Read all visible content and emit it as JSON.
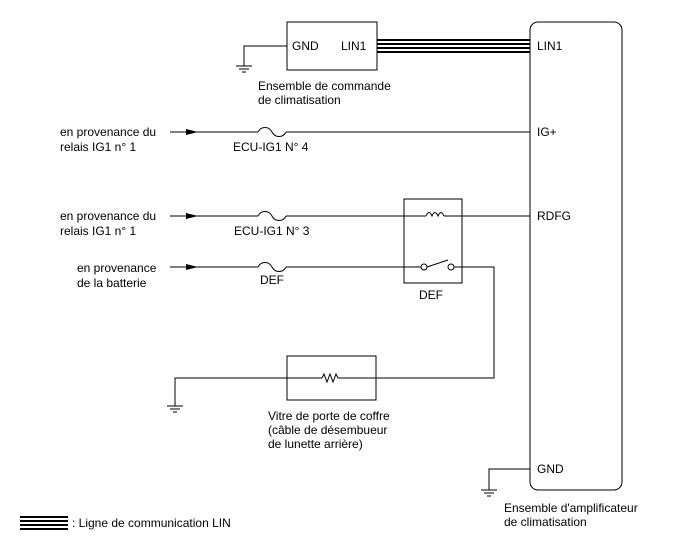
{
  "ac_control": {
    "gnd_pin": "GND",
    "lin_pin": "LIN1",
    "name_line1": "Ensemble de commande",
    "name_line2": "de climatisation"
  },
  "amplifier": {
    "pins": {
      "lin1": "LIN1",
      "ig": "IG+",
      "rdfg": "RDFG",
      "gnd": "GND"
    },
    "name_line1": "Ensemble d'amplificateur",
    "name_line2": "de climatisation"
  },
  "inputs": [
    {
      "line1": "en provenance du",
      "line2": "relais IG1 n° 1",
      "fuse": "ECU-IG1 N° 4"
    },
    {
      "line1": "en provenance du",
      "line2": "relais IG1 n° 1",
      "fuse": "ECU-IG1 N° 3"
    },
    {
      "line1": "en provenance",
      "line2": "de la batterie",
      "fuse": "DEF"
    }
  ],
  "relay": {
    "label": "DEF"
  },
  "defogger": {
    "line1": "Vitre de porte de coffre",
    "line2": "(câble de désembueur",
    "line3": "de lunette arrière)"
  },
  "legend": {
    "text": ": Ligne de communication LIN"
  }
}
